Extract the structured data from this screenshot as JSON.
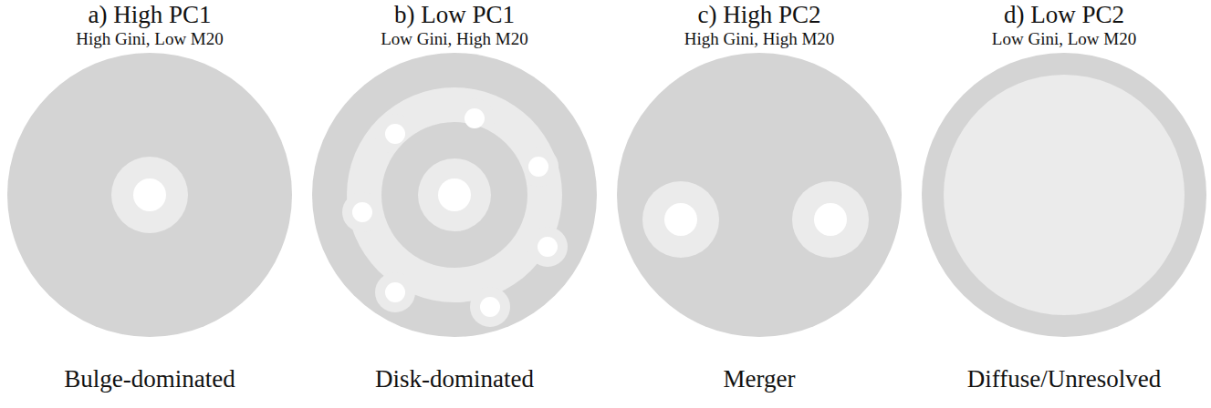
{
  "diagram": {
    "nodes": [
      {
        "text": [
          "a) High PC1",
          "High Gini, Low M20",
          "Bulge-dominated"
        ]
      },
      {
        "text": [
          "b) Low PC1",
          "Low Gini, High M20",
          "Disk-dominated"
        ]
      },
      {
        "text": [
          "c) High PC2",
          "High Gini, High M20",
          "Merger"
        ]
      },
      {
        "text": [
          "d) Low PC2",
          "Low Gini, Low M20",
          "Diffuse/Unresolved"
        ]
      }
    ]
  }
}
